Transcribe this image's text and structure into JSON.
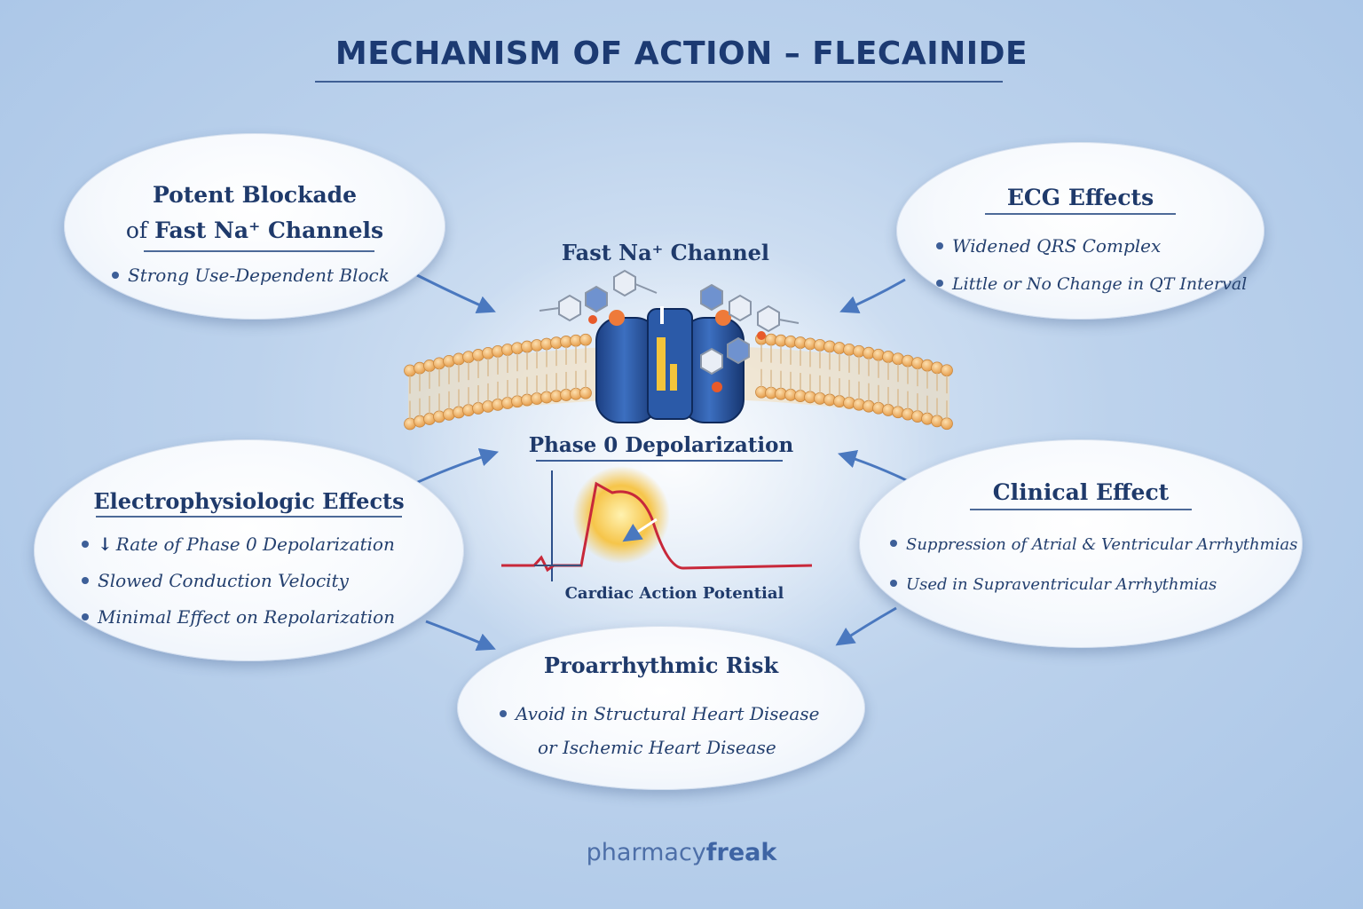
{
  "title": "MECHANISM OF ACTION – FLECAINIDE",
  "channel_label": "Fast Na⁺ Channel",
  "phase_label": "Phase 0 Depolarization",
  "ap_label": "Cardiac Action Potential",
  "bubbles": {
    "blockade": {
      "heading_line1": "Potent Blockade",
      "heading_line2_prefix": "of ",
      "heading_line2": "Fast Na⁺ Channels",
      "items": [
        "Strong Use-Dependent Block"
      ]
    },
    "ecg": {
      "heading": "ECG Effects",
      "items": [
        "Widened QRS Complex",
        "Little or No Change in QT Interval"
      ]
    },
    "electro": {
      "heading": "Electrophysiologic Effects",
      "item0_arrow": "↓",
      "items": [
        "Rate of Phase 0 Depolarization",
        "Slowed Conduction Velocity",
        "Minimal Effect on Repolarization"
      ]
    },
    "clinical": {
      "heading": "Clinical Effect",
      "items": [
        "Suppression of Atrial & Ventricular Arrhythmias",
        "Used in Supraventricular Arrhythmias"
      ]
    },
    "risk": {
      "heading": "Proarrhythmic Risk",
      "items": [
        "Avoid in Structural Heart Disease",
        "or Ischemic Heart Disease"
      ]
    }
  },
  "brand": {
    "part1": "pharmacy",
    "part2": "freak"
  },
  "colors": {
    "title": "#1c3a72",
    "channel": "#1f4f9a",
    "lipid_head": "#f0b56a",
    "trace": "#c8283a",
    "arrow": "#4a78bf"
  }
}
